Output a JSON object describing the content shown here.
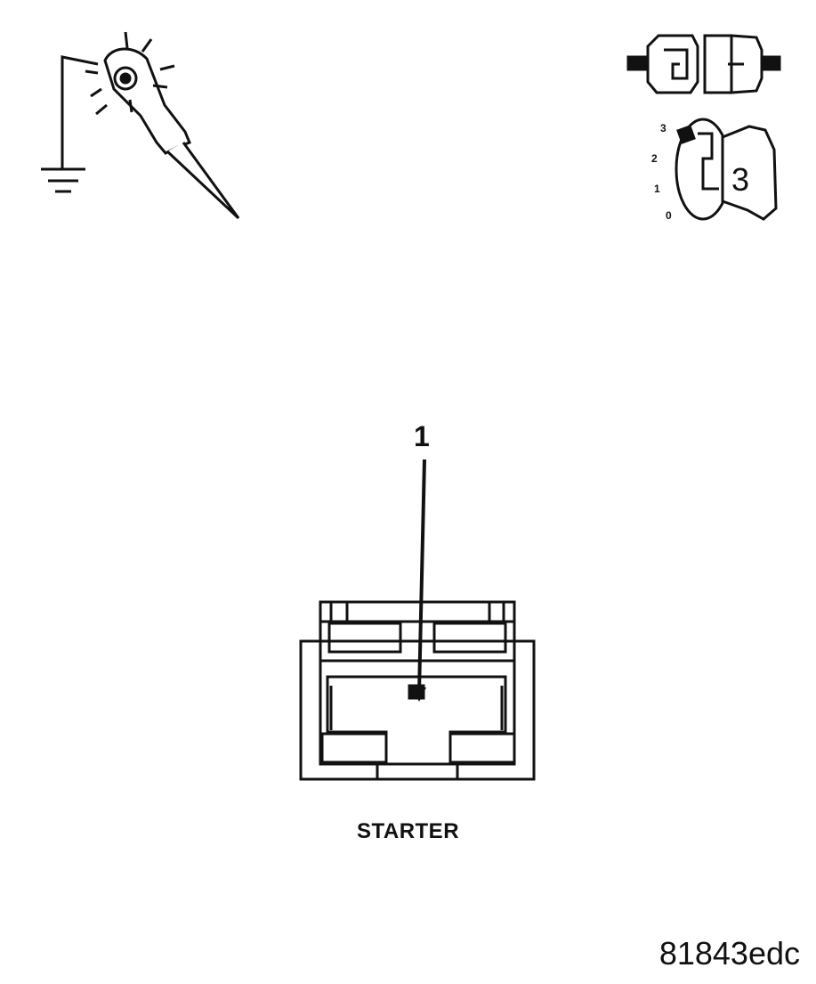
{
  "diagram": {
    "callout_number": "1",
    "connector_label": "STARTER",
    "figure_code": "81843edc",
    "key_switch": {
      "dial_positions": [
        "3",
        "2",
        "1",
        "0"
      ],
      "selected_position": "3"
    },
    "icons": {
      "test_light": "test-light-probe-icon",
      "ground": "ground-symbol-icon",
      "connector_status": "connector-connected-icon",
      "ignition": "ignition-key-icon"
    },
    "colors": {
      "line": "#111111",
      "background": "#ffffff"
    }
  }
}
